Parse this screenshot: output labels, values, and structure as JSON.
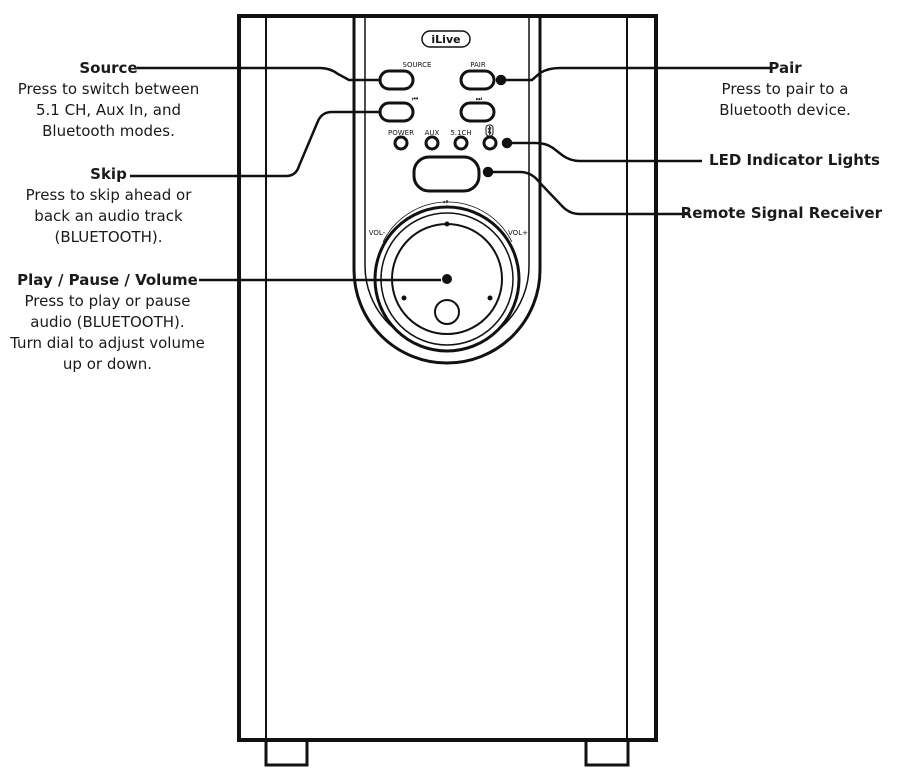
{
  "speaker": {
    "brand_logo": "iLive",
    "button_labels": {
      "source": "SOURCE",
      "pair": "PAIR",
      "prev": "⏮",
      "next": "⏭",
      "play_pause": "⏯",
      "vol_minus": "VOL-",
      "vol_plus": "VOL+"
    },
    "led_labels": {
      "power": "POWER",
      "aux": "AUX",
      "ch51": "5.1CH",
      "bluetooth": "bluetooth-icon"
    }
  },
  "callouts": {
    "source": {
      "title": "Source",
      "desc": "Press to switch between\n5.1 CH, Aux In, and\nBluetooth modes."
    },
    "skip": {
      "title": "Skip",
      "desc": "Press to skip ahead or\nback an audio track\n(BLUETOOTH)."
    },
    "play": {
      "title": "Play / Pause / Volume",
      "desc": "Press to play or pause\naudio (BLUETOOTH).\nTurn dial to adjust volume\nup or down."
    },
    "pair": {
      "title": "Pair",
      "desc": "Press to pair to a\nBluetooth device."
    },
    "led": {
      "title": "LED Indicator Lights"
    },
    "remote": {
      "title": "Remote Signal Receiver"
    }
  }
}
